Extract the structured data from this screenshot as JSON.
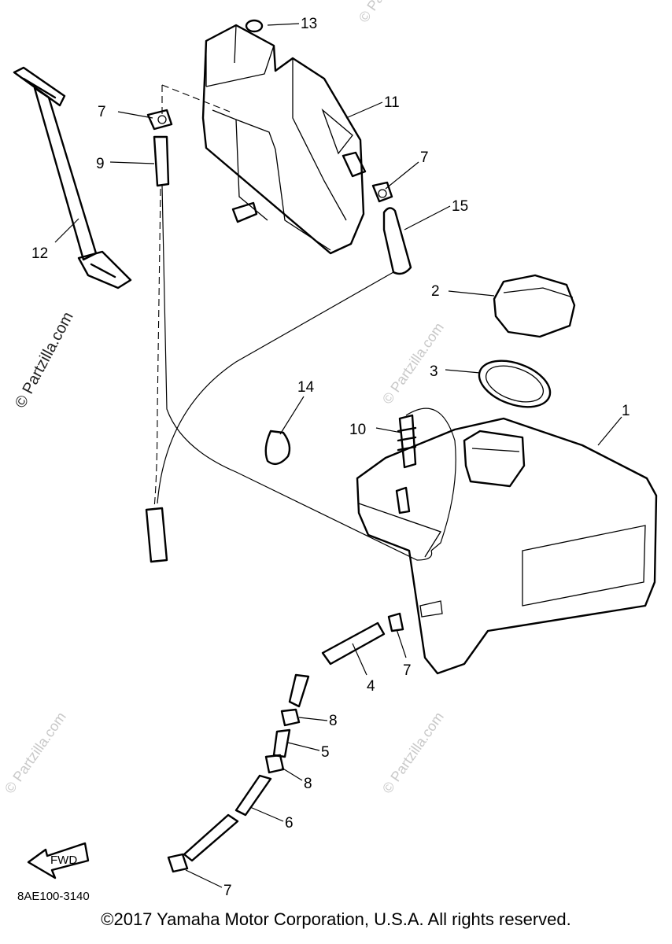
{
  "watermarks": {
    "left": "© Partzilla.com",
    "repeat": "© Partzilla.com"
  },
  "diagram_code": "8AE100-3140",
  "fwd_label": "FWD",
  "copyright": "©2017 Yamaha Motor Corporation, U.S.A. All rights reserved.",
  "callouts": {
    "c1": "1",
    "c2": "2",
    "c3": "3",
    "c4": "4",
    "c5": "5",
    "c6": "6",
    "c7a": "7",
    "c7b": "7",
    "c7c": "7",
    "c7d": "7",
    "c8a": "8",
    "c8b": "8",
    "c9": "9",
    "c10": "10",
    "c11": "11",
    "c12": "12",
    "c13": "13",
    "c14": "14",
    "c15": "15"
  }
}
